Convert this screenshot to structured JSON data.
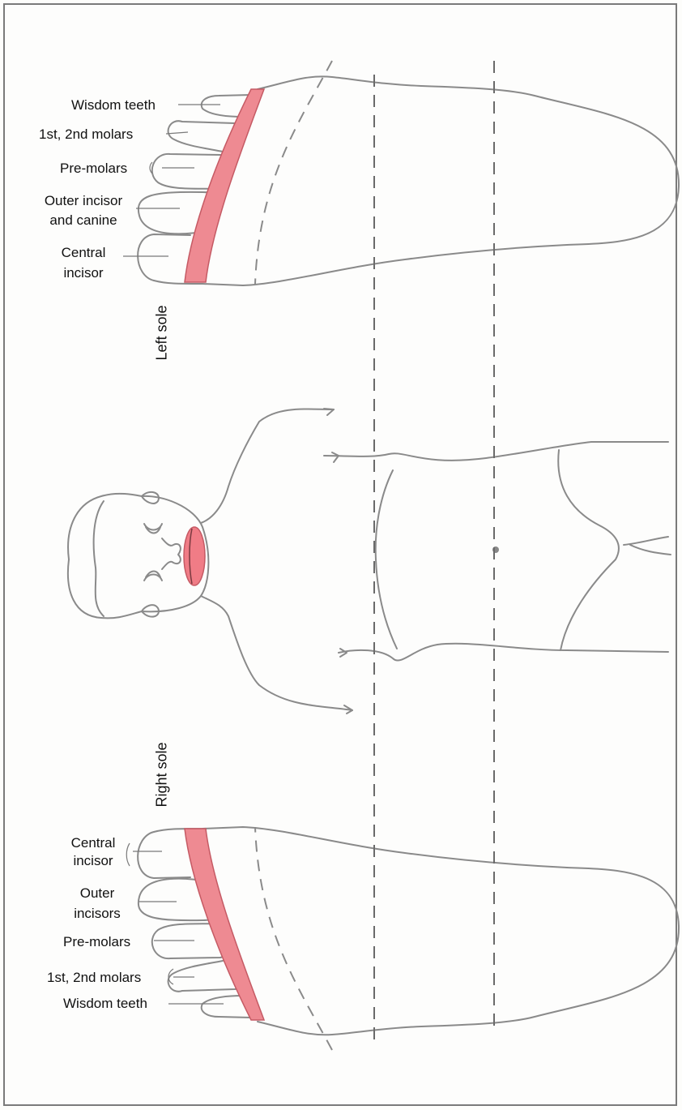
{
  "colors": {
    "outline": "#8a8a8a",
    "band": "#ee8a92",
    "band_edge": "#c55a64",
    "dashed": "#6a6a6a",
    "lips": "#f07c86"
  },
  "left_sole": {
    "title": "Left sole",
    "labels": {
      "wisdom": "Wisdom teeth",
      "molars": "1st, 2nd molars",
      "premolars": "Pre-molars",
      "outer_1": "Outer incisor",
      "outer_2": "and canine",
      "central_1": "Central",
      "central_2": "incisor"
    }
  },
  "right_sole": {
    "title": "Right sole",
    "labels": {
      "central_1": "Central",
      "central_2": "incisor",
      "outer_1": "Outer",
      "outer_2": "incisors",
      "premolars": "Pre-molars",
      "molars": "1st, 2nd molars",
      "wisdom": "Wisdom teeth"
    }
  }
}
